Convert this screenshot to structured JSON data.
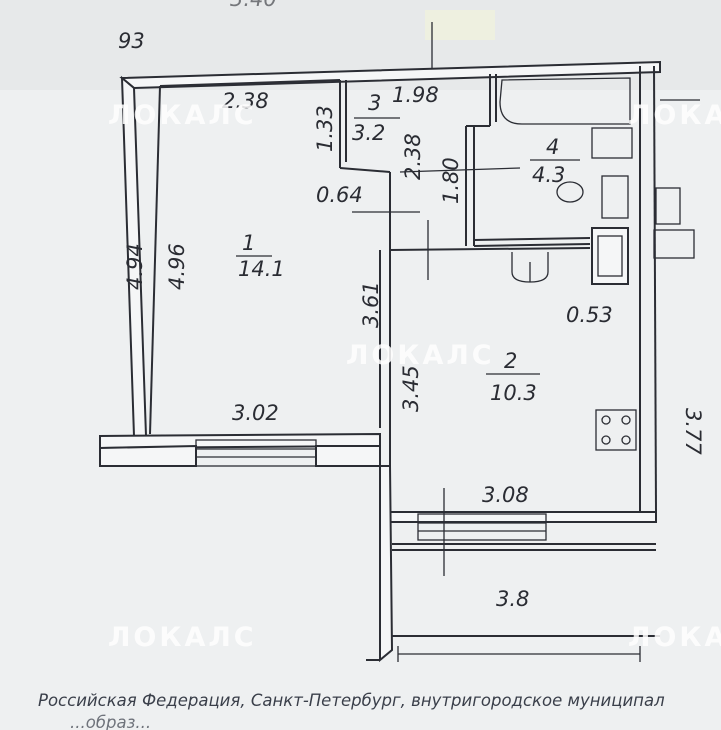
{
  "header": {
    "apartment_number": "93",
    "top_fragment": "3.40"
  },
  "rooms": [
    {
      "id": "1",
      "number": "1",
      "area": "14.1"
    },
    {
      "id": "2",
      "number": "2",
      "area": "10.3"
    },
    {
      "id": "3",
      "number": "3",
      "area": "3.2"
    },
    {
      "id": "4",
      "number": "4",
      "area": "4.3"
    }
  ],
  "dimensions": {
    "room1_top": "2.38",
    "room1_top_right": "1.33",
    "room1_left_outer": "4.94",
    "room1_left_inner": "4.96",
    "room1_bottom": "3.02",
    "room1_right": "3.61",
    "hall_0_64": "0.64",
    "room3_top": "1.98",
    "room3_right": "2.38",
    "room3_1_80": "1.80",
    "kitchen_0_53": "0.53",
    "kitchen_left": "3.45",
    "kitchen_right": "3.77",
    "kitchen_bottom": "3.08",
    "balcony": "3.8"
  },
  "watermark": {
    "text": "ЛОКАЛС"
  },
  "caption": {
    "line1": "Российская Федерация, Санкт-Петербург, внутригородское муниципал",
    "line2": "...образ..."
  },
  "colors": {
    "paper": "#eef0f1",
    "ink": "#2b2d34",
    "watermark": "#ffffff"
  }
}
